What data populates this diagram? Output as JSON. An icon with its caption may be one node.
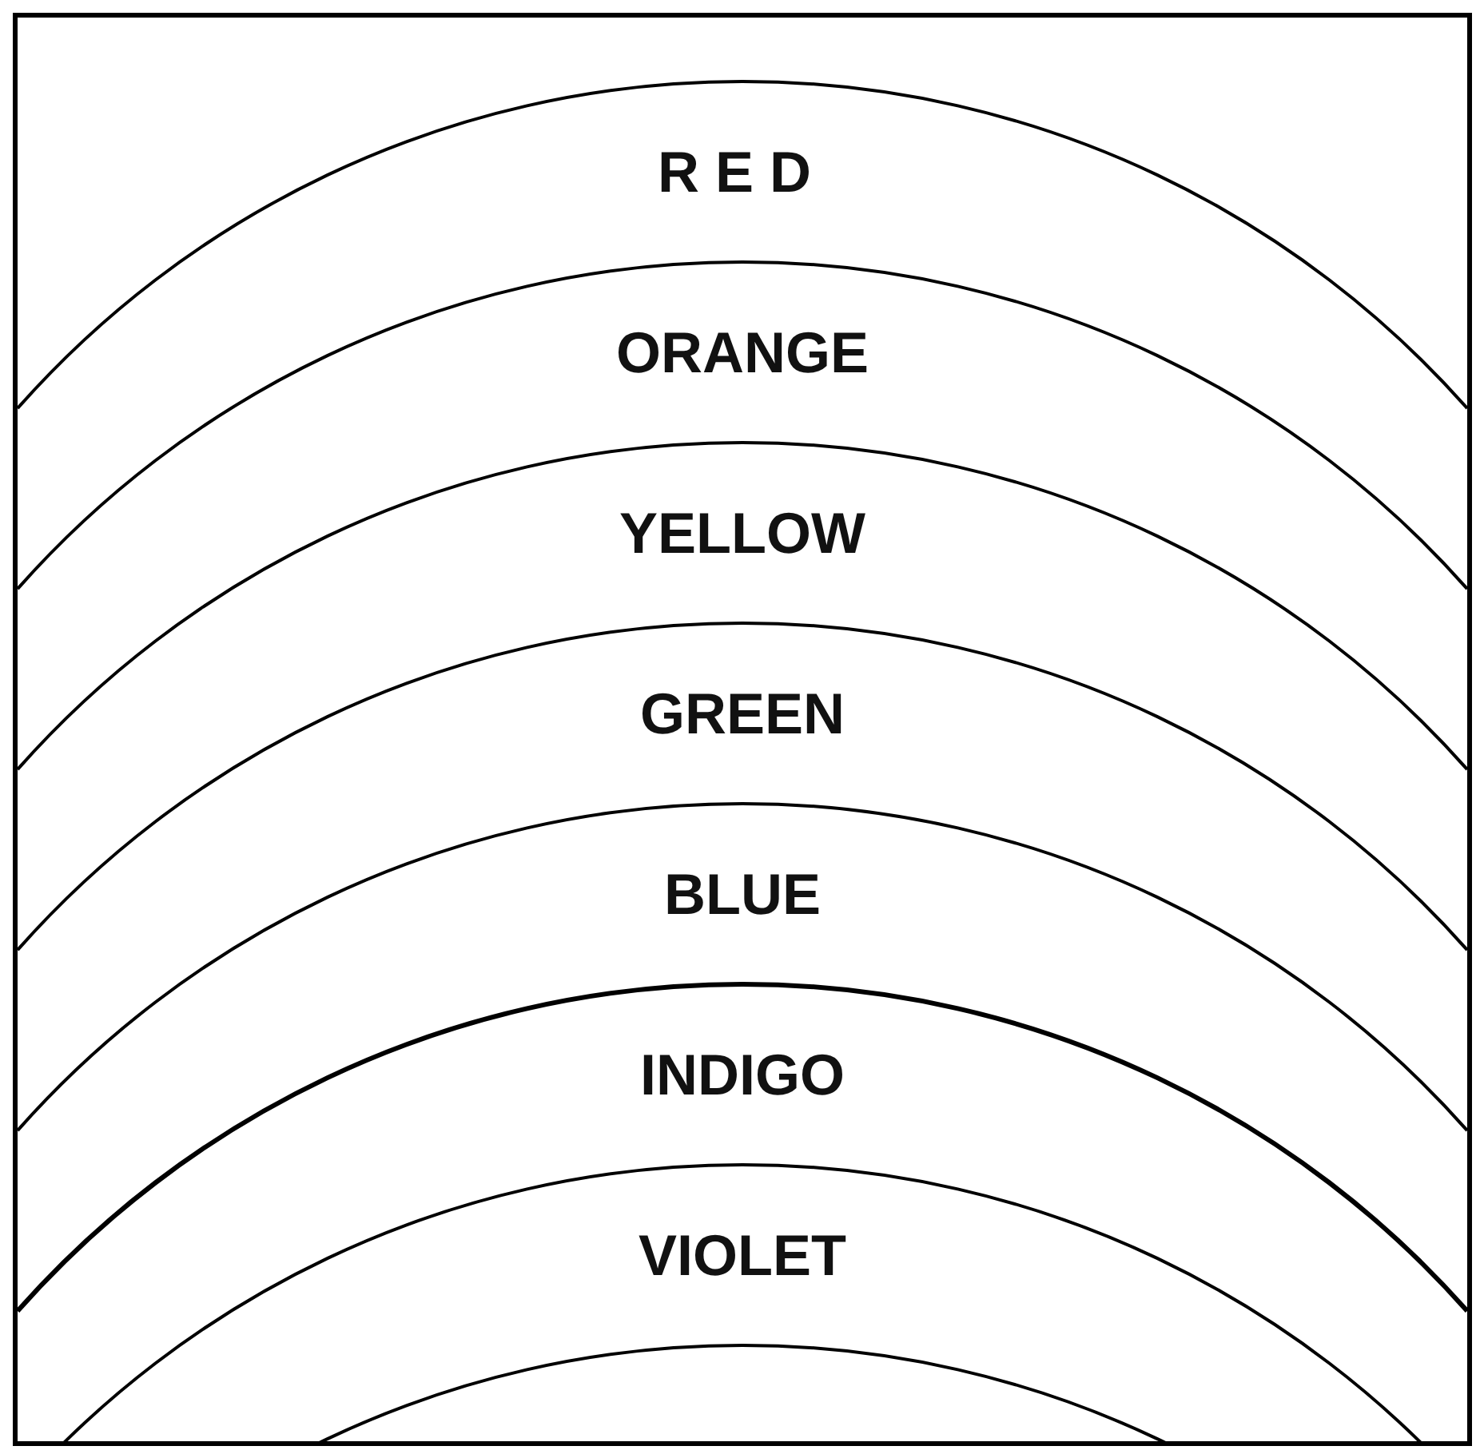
{
  "diagram": {
    "nodes": [
      {
        "text": [
          "RED"
        ]
      },
      {
        "text": [
          "ORANGE"
        ]
      },
      {
        "text": [
          "YELLOW"
        ]
      },
      {
        "text": [
          "GREEN"
        ]
      },
      {
        "text": [
          "BLUE"
        ]
      },
      {
        "text": [
          "INDIGO"
        ]
      },
      {
        "text": [
          "VIOLET"
        ]
      }
    ],
    "edges": []
  }
}
